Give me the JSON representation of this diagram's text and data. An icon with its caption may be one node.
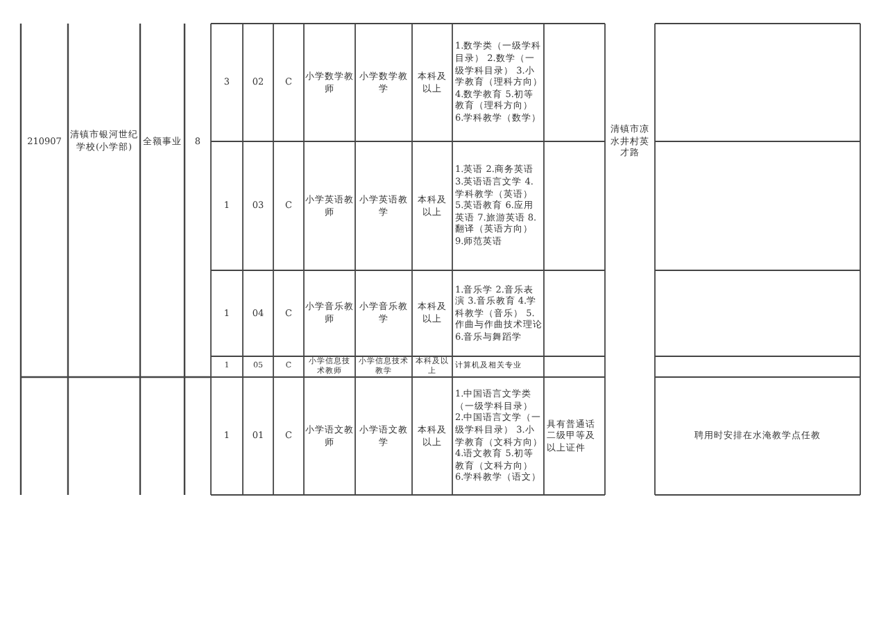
{
  "diagram": {
    "labels": [
      "210907",
      "清镇市银河世纪学校(小学部)",
      "全额事业",
      "8",
      "3",
      "02",
      "C",
      "小学数学教师",
      "小学数学教学",
      "本科及以上",
      "1.数学类（一级学科目录） 2.数学（一级学科目录） 3.小学教育（理科方向） 4.数学教育 5.初等教育（理科方向） 6.学科教学（数学）",
      "清镇市凉水井村英才路",
      "1",
      "03",
      "C",
      "小学英语教师",
      "小学英语教学",
      "本科及以上",
      "1.英语 2.商务英语 3.英语语言文学 4.学科教学（英语） 5.英语教育 6.应用英语 7.旅游英语 8.翻译（英语方向） 9.师范英语",
      "1",
      "04",
      "C",
      "小学音乐教师",
      "小学音乐教学",
      "本科及以上",
      "1.音乐学 2.音乐表演 3.音乐教育 4.学科教学（音乐） 5.作曲与作曲技术理论 6.音乐与舞蹈学",
      "1",
      "05",
      "C",
      "小学信息技术教师",
      "小学信息技术教学",
      "本科及以上",
      "计算机及相关专业",
      "1",
      "01",
      "C",
      "小学语文教师",
      "小学语文教学",
      "本科及以上",
      "1.中国语言文学类（一级学科目录） 2.中国语言文学（一级学科目录） 3.小学教育（文科方向） 4.语文教育 5.初等教育（文科方向） 6.学科教学（语文）",
      "具有普通话二级甲等及以上证件",
      "聘用时安排在水淹教学点任教"
    ]
  }
}
